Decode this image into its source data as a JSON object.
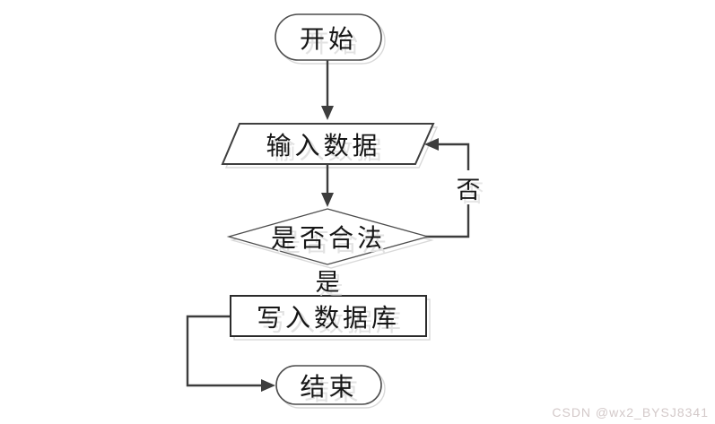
{
  "page": {
    "background_color": "#ffffff"
  },
  "flowchart": {
    "nodes": [
      {
        "id": "start",
        "type": "terminator-stadium",
        "label": "开始"
      },
      {
        "id": "input",
        "type": "io-parallelogram",
        "label": "输入数据"
      },
      {
        "id": "decision",
        "type": "decision-diamond",
        "label": "是否合法"
      },
      {
        "id": "write",
        "type": "process-rectangle",
        "label": "写入数据库"
      },
      {
        "id": "end",
        "type": "terminator-stadium",
        "label": "结束"
      }
    ],
    "edges": [
      {
        "from": "开始",
        "to": "输入数据",
        "label": ""
      },
      {
        "from": "输入数据",
        "to": "是否合法",
        "label": ""
      },
      {
        "from": "是否合法",
        "to": "输入数据",
        "label": "否"
      },
      {
        "from": "是否合法",
        "to": "写入数据库",
        "label": "是"
      },
      {
        "from": "写入数据库",
        "to": "结束",
        "label": ""
      }
    ],
    "edge_labels": {
      "yes": "是",
      "no": "否"
    }
  },
  "watermark": {
    "text": "CSDN @wx2_BYSJ8341",
    "color": "#d3c9c9"
  },
  "colors": {
    "connector": "#3d3d3d",
    "shape_border": "#404040",
    "shape_fill": "#ffffff",
    "shadow": "#d9d9d9",
    "text": "#161616"
  }
}
